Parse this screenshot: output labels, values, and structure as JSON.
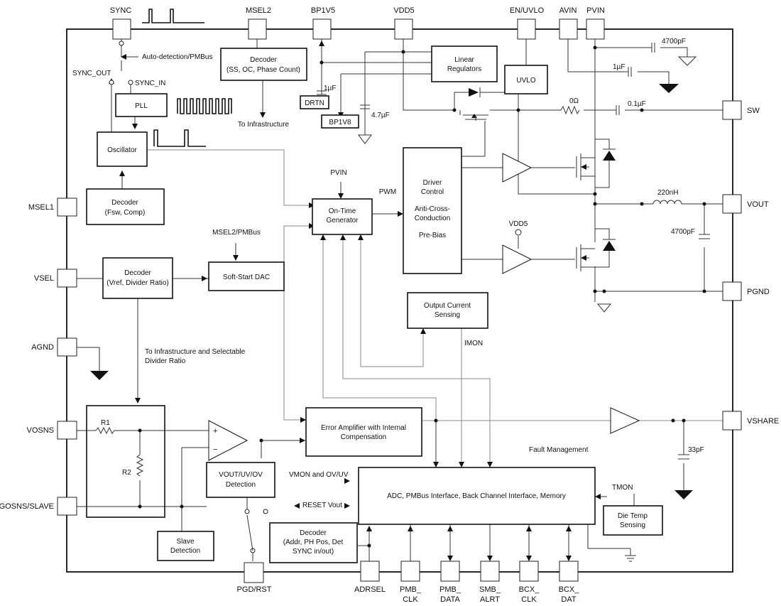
{
  "pins": {
    "sync": "SYNC",
    "msel2": "MSEL2",
    "bp1v5": "BP1V5",
    "vdd5": "VDD5",
    "en_uvlo": "EN/UVLO",
    "avin": "AVIN",
    "pvin": "PVIN",
    "msel1": "MSEL1",
    "vsel": "VSEL",
    "agnd": "AGND",
    "vosns": "VOSNS",
    "gosns_slave": "GOSNS/SLAVE",
    "sw": "SW",
    "vout": "VOUT",
    "pgnd": "PGND",
    "vshare": "VSHARE",
    "pgd_rst": "PGD/RST",
    "adrsel": "ADRSEL",
    "pmb_clk": [
      "PMB_",
      "CLK"
    ],
    "pmb_data": [
      "PMB_",
      "DATA"
    ],
    "smb_alrt": [
      "SMB_",
      "ALRT"
    ],
    "bcx_clk": [
      "BCX_",
      "CLK"
    ],
    "bcx_dat": [
      "BCX_",
      "DAT"
    ]
  },
  "blocks": {
    "decoder_msel2": [
      "Decoder",
      "(SS, OC, Phase Count)"
    ],
    "linear_regulators": [
      "Linear",
      "Regulators"
    ],
    "uvlo": "UVLO",
    "drtn": "DRTN",
    "bp1v8": "BP1V8",
    "pll": "PLL",
    "oscillator": "Oscillator",
    "decoder_msel1": [
      "Decoder",
      "(Fsw, Comp)"
    ],
    "ontime": [
      "On-Time",
      "Generator"
    ],
    "driver": [
      "Driver",
      "Control",
      "",
      "Anti-Cross-",
      "Conduction",
      "",
      "Pre-Bias"
    ],
    "decoder_vsel": [
      "Decoder",
      "(Vref, Divider Ratio)"
    ],
    "softstart": "Soft-Start DAC",
    "current_sensing": [
      "Output Current",
      "Sensing"
    ],
    "error_amp": [
      "Error Amplifier with Internal",
      "Compensation"
    ],
    "vout_detect": [
      "VOUT/UV/OV",
      "Detection"
    ],
    "adc": "ADC, PMBus Interface, Back Channel Interface, Memory",
    "die_temp": [
      "Die Temp",
      "Sensing"
    ],
    "slave_detect": [
      "Slave",
      "Detection"
    ],
    "decoder_addr": [
      "Decoder",
      "(Addr, PH Pos, Det",
      "SYNC in/out)"
    ]
  },
  "labels": {
    "auto_detect": "Auto-detection/PMBus",
    "sync_out": "SYNC_OUT",
    "sync_in": "SYNC_IN",
    "to_infra": "To Infrastructure",
    "to_infra_divider": [
      "To Infrastructure and Selectable",
      "Divider Ratio"
    ],
    "msel2_pmbus": "MSEL2/PMBus",
    "pvin_label": "PVIN",
    "pwm": "PWM",
    "vdd5_label": "VDD5",
    "imon": "IMON",
    "tmon": "TMON",
    "fault_mgmt": "Fault Management",
    "vmon": "VMON and OV/UV",
    "reset_vout": "RESET Vout",
    "r1": "R1",
    "r2": "R2",
    "plus": "+",
    "minus": "−"
  },
  "components": {
    "c_4700_top": "4700pF",
    "c_1u_avin": "1µF",
    "c_1u_bp": "1µF",
    "c_4u7": "4.7µF",
    "r_0ohm": "0Ω",
    "c_0u1": "0.1µF",
    "l_220n": "220nH",
    "c_4700_out": "4700pF",
    "c_33p": "33pF"
  }
}
